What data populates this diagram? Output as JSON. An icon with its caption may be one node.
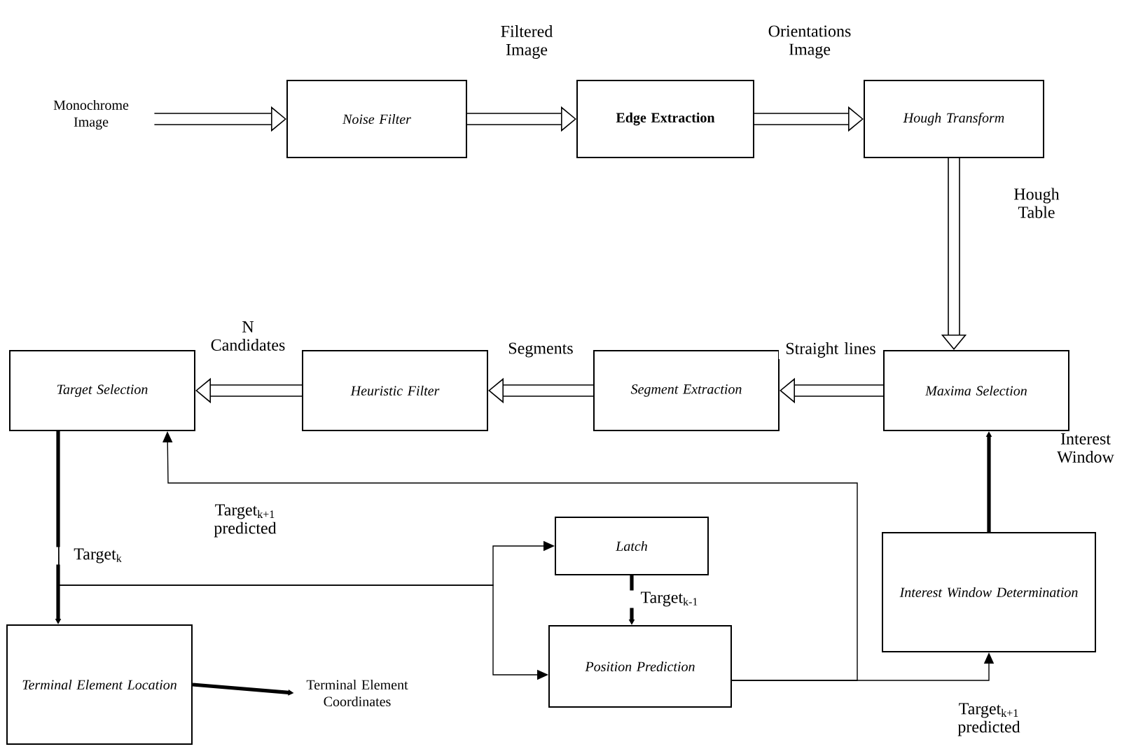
{
  "diagram": {
    "nodes": [
      {
        "text": [
          "Monochrome Image"
        ]
      },
      {
        "text": [
          "Noise Filter"
        ]
      },
      {
        "text": [
          "Edge Extraction"
        ]
      },
      {
        "text": [
          "Hough Transform"
        ]
      },
      {
        "text": [
          "Maxima Selection"
        ]
      },
      {
        "text": [
          "Segment Extraction"
        ]
      },
      {
        "text": [
          "Heuristic Filter"
        ]
      },
      {
        "text": [
          "Target Selection"
        ]
      },
      {
        "text": [
          "Latch"
        ]
      },
      {
        "text": [
          "Position Prediction"
        ]
      },
      {
        "text": [
          "Interest Window Determination"
        ]
      },
      {
        "text": [
          "Terminal Element Location"
        ]
      },
      {
        "text": [
          "Terminal Element Coordinates"
        ]
      }
    ],
    "edges": [
      {
        "from": 0,
        "to": 1,
        "arrow": "to"
      },
      {
        "from": 1,
        "to": 2,
        "arrow": "to",
        "label": "Filtered Image"
      },
      {
        "from": 2,
        "to": 3,
        "arrow": "to",
        "label": "Orientations Image"
      },
      {
        "from": 3,
        "to": 4,
        "arrow": "to",
        "label": "Hough Table"
      },
      {
        "from": 4,
        "to": 5,
        "arrow": "to",
        "label": "Straight lines"
      },
      {
        "from": 5,
        "to": 6,
        "arrow": "to",
        "label": "Segments"
      },
      {
        "from": 6,
        "to": 7,
        "arrow": "to",
        "label": "N Candidates"
      },
      {
        "from": 7,
        "to": 11,
        "arrow": "to",
        "style": "thick",
        "label": "Target$_{k}$"
      },
      {
        "from": 7,
        "to": 8,
        "arrow": "to"
      },
      {
        "from": 7,
        "to": 9,
        "arrow": "to"
      },
      {
        "from": 8,
        "to": 9,
        "arrow": "to",
        "style": "thick",
        "label": "Target$_{k-1}$"
      },
      {
        "from": 9,
        "to": 10,
        "arrow": "to",
        "label": "Target$_{k+1}$ predicted"
      },
      {
        "from": 9,
        "to": 7,
        "arrow": "to",
        "label": "Target$_{k+1}$ predicted"
      },
      {
        "from": 10,
        "to": 4,
        "arrow": "to",
        "style": "thick",
        "label": "Interest Window"
      },
      {
        "from": 11,
        "to": 12,
        "arrow": "to",
        "style": "thick"
      }
    ]
  }
}
